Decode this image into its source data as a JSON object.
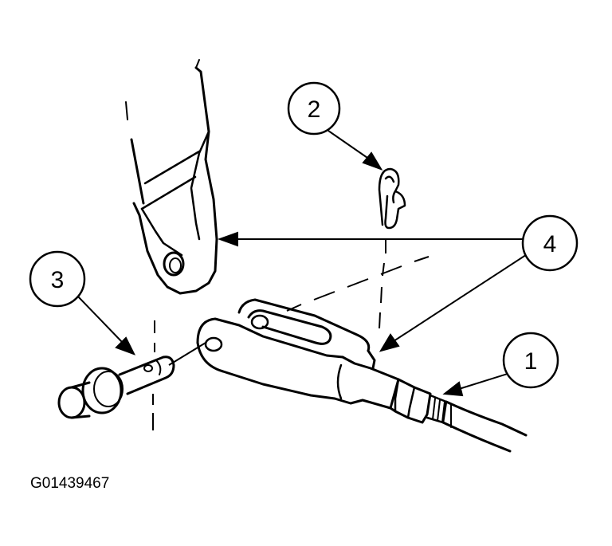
{
  "figure": {
    "id_label": "G01439467"
  },
  "callouts": [
    {
      "number": "1",
      "part": "cable"
    },
    {
      "number": "2",
      "part": "retaining-clip"
    },
    {
      "number": "3",
      "part": "clevis-pin"
    },
    {
      "number": "4",
      "part": "clevis-and-lever"
    }
  ],
  "colors": {
    "line": "#000000",
    "background": "#ffffff"
  }
}
